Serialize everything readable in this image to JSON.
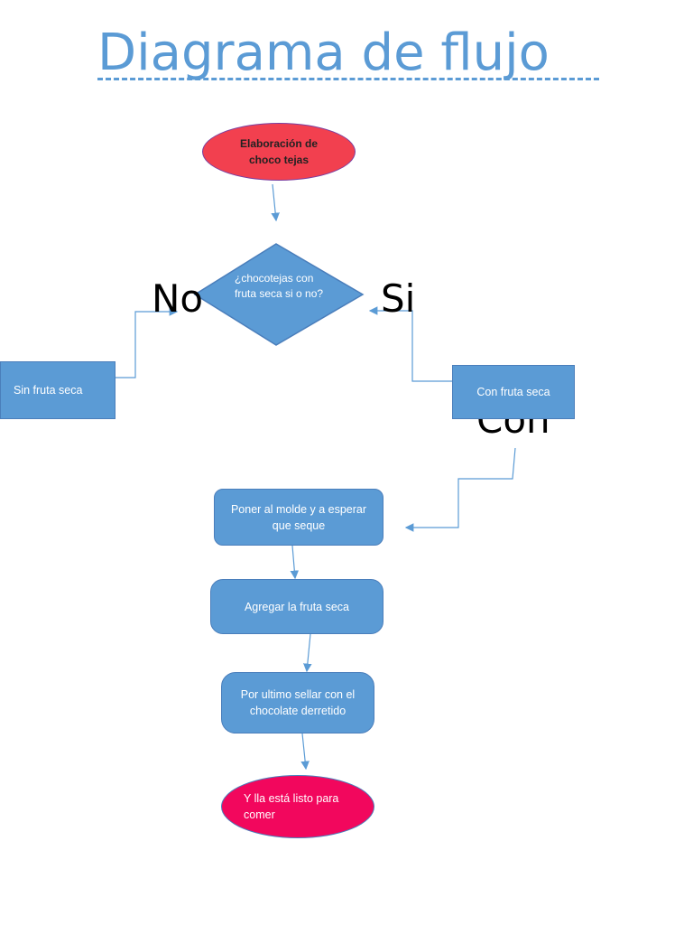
{
  "title": "Diagrama de flujo",
  "nodes": {
    "start": "Elaboración de choco tejas",
    "decision": "¿chocotejas con fruta seca si o no?",
    "no_label": "No",
    "si_label": "Si",
    "no_branch": "Sin fruta seca",
    "si_branch": "Con fruta seca",
    "con_label": "Con",
    "step1": "Poner al molde y a esperar que seque",
    "step2": "Agregar la fruta seca",
    "step3": "Por ultimo sellar con el chocolate derretido",
    "end": "Y lla está listo para comer"
  },
  "colors": {
    "title": "#5b9bd5",
    "box_fill": "#5b9bd5",
    "start_fill": "#f2404f",
    "end_fill": "#f2075d",
    "connector": "#5b9bd5"
  }
}
